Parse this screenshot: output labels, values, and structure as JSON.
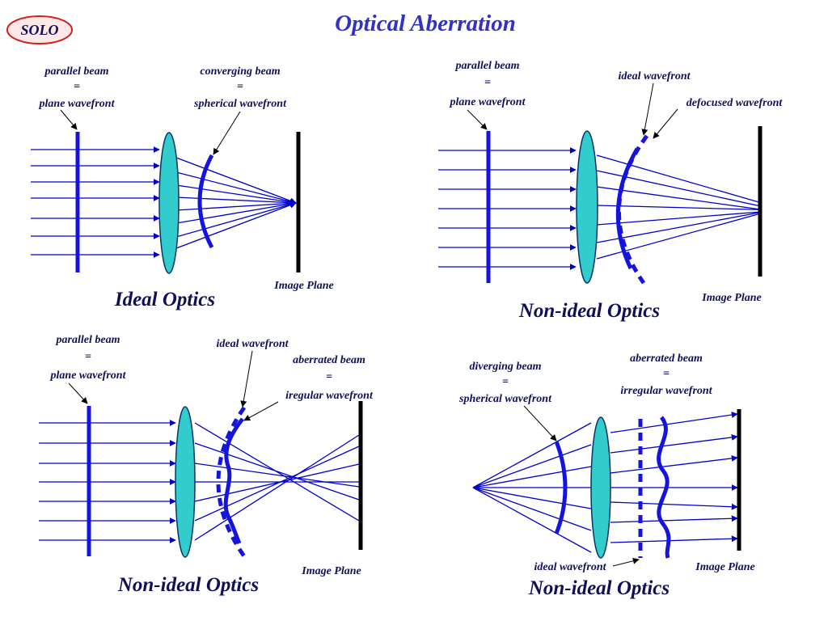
{
  "header": {
    "badge": "SOLO",
    "title": "Optical Aberration"
  },
  "colors": {
    "ray": "#0000cc",
    "wavefront": "#1414dc",
    "lens_fill": "#33cccc",
    "lens_stroke": "#0a3366",
    "plane": "#000000",
    "badge_fill": "#ffe8e8",
    "badge_stroke": "#d22020",
    "title": "#3232c8"
  },
  "panels": {
    "ideal": {
      "caption": "Ideal Optics",
      "parallel_beam": [
        "parallel beam",
        "=",
        "plane wavefront"
      ],
      "converging_beam": [
        "converging beam",
        "=",
        "spherical wavefront"
      ],
      "image_plane": "Image Plane"
    },
    "defocus": {
      "caption": "Non-ideal Optics",
      "parallel_beam": [
        "parallel beam",
        "=",
        "plane wavefront"
      ],
      "ideal_wavefront": "ideal wavefront",
      "defocused_wavefront": "defocused wavefront",
      "image_plane": "Image Plane"
    },
    "aberrated": {
      "caption": "Non-ideal Optics",
      "parallel_beam": [
        "parallel beam",
        "=",
        "plane wavefront"
      ],
      "ideal_wavefront": "ideal wavefront",
      "aberrated_beam": [
        "aberrated beam",
        "=",
        "iregular wavefront"
      ],
      "image_plane": "Image Plane"
    },
    "diverging": {
      "caption": "Non-ideal Optics",
      "diverging_beam": [
        "diverging beam",
        "=",
        "spherical wavefront"
      ],
      "aberrated_beam": [
        "aberrated beam",
        "=",
        "irregular wavefront"
      ],
      "ideal_wavefront": "ideal wavefront",
      "image_plane": "Image Plane"
    }
  }
}
